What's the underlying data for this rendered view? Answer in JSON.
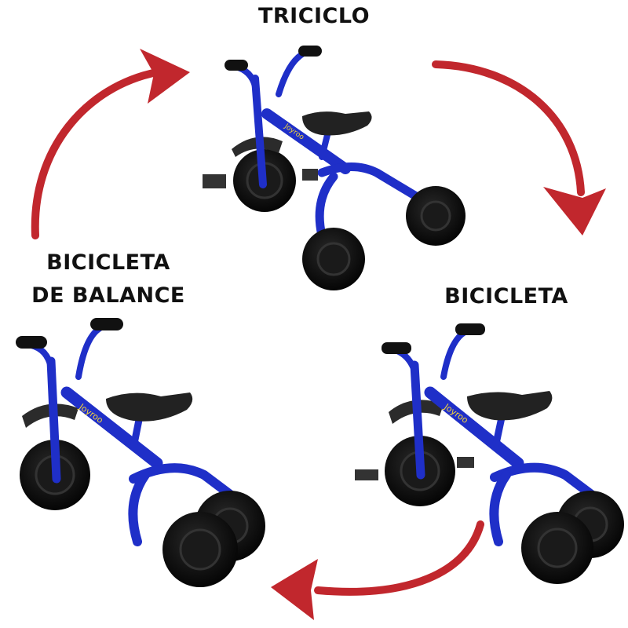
{
  "labels": {
    "triciclo": "TRICICLO",
    "balance_line1": "BICICLETA",
    "balance_line2": "DE BALANCE",
    "bicicleta": "BICICLETA"
  },
  "brand": "Joyroo",
  "colors": {
    "frame": "#1f2fc8",
    "frame_dark": "#0f1a8a",
    "arrow": "#c1272d",
    "tire": "#111111",
    "background": "#ffffff"
  },
  "icons": [
    "curved-arrow-icon",
    "tricycle-image",
    "balance-bike-image",
    "pedal-bike-image"
  ]
}
